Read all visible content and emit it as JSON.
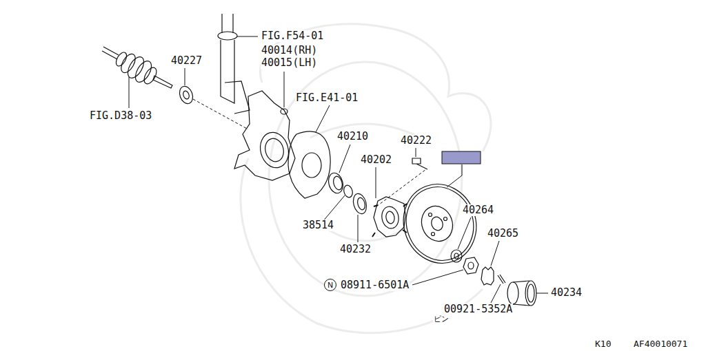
{
  "diagram": {
    "nodes": [
      {
        "text": [
          "N"
        ]
      }
    ],
    "labels": [
      "FIG.F54-01",
      "40014(RH)",
      "40015(LH)",
      "40227",
      "FIG.E41-01",
      "FIG.D38-03",
      "40210",
      "40222",
      "40202",
      "38514",
      "40232",
      "40264",
      "40265",
      "08911-6501A",
      "40234",
      "00921-5352A",
      "ピン",
      "K10",
      "AF40010071"
    ]
  }
}
